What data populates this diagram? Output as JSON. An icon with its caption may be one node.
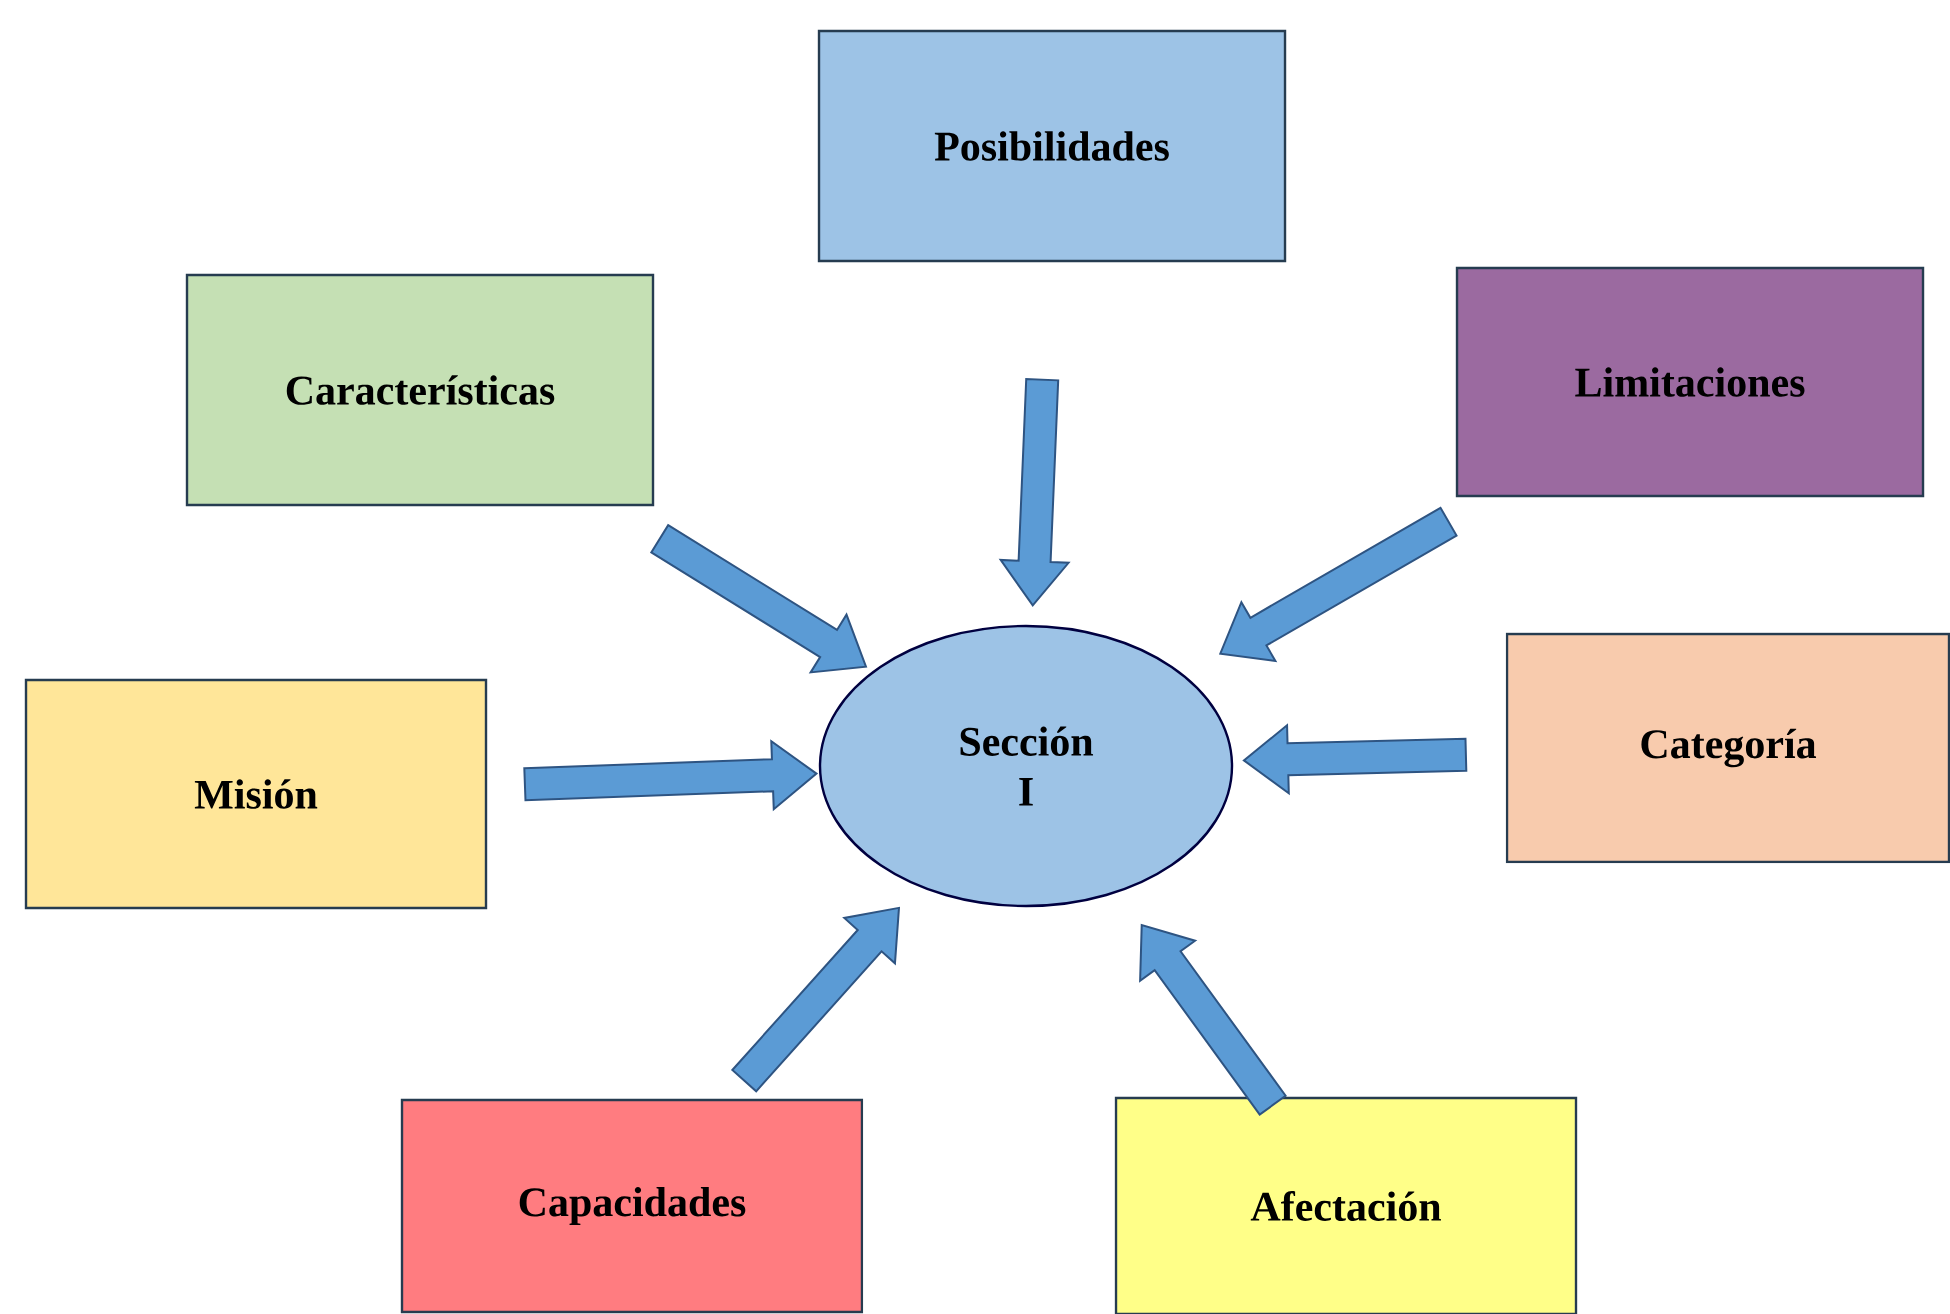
{
  "diagram": {
    "nodes": [
      {
        "text": [
          "Posibilidades"
        ]
      },
      {
        "text": [
          "Características"
        ]
      },
      {
        "text": [
          "Limitaciones"
        ]
      },
      {
        "text": [
          "Sección I"
        ]
      },
      {
        "text": [
          "Categoría"
        ]
      },
      {
        "text": [
          "Misión"
        ]
      },
      {
        "text": [
          "Capacidades"
        ]
      },
      {
        "text": [
          "Afectación"
        ]
      }
    ],
    "edges": [
      {
        "from": 0,
        "to": 3,
        "arrow": "to"
      },
      {
        "from": 1,
        "to": 3,
        "arrow": "to"
      },
      {
        "from": 2,
        "to": 3,
        "arrow": "to"
      },
      {
        "from": 4,
        "to": 3,
        "arrow": "to"
      },
      {
        "from": 5,
        "to": 3,
        "arrow": "to"
      },
      {
        "from": 6,
        "to": 3,
        "arrow": "to"
      },
      {
        "from": 7,
        "to": 3,
        "arrow": "to"
      }
    ]
  }
}
